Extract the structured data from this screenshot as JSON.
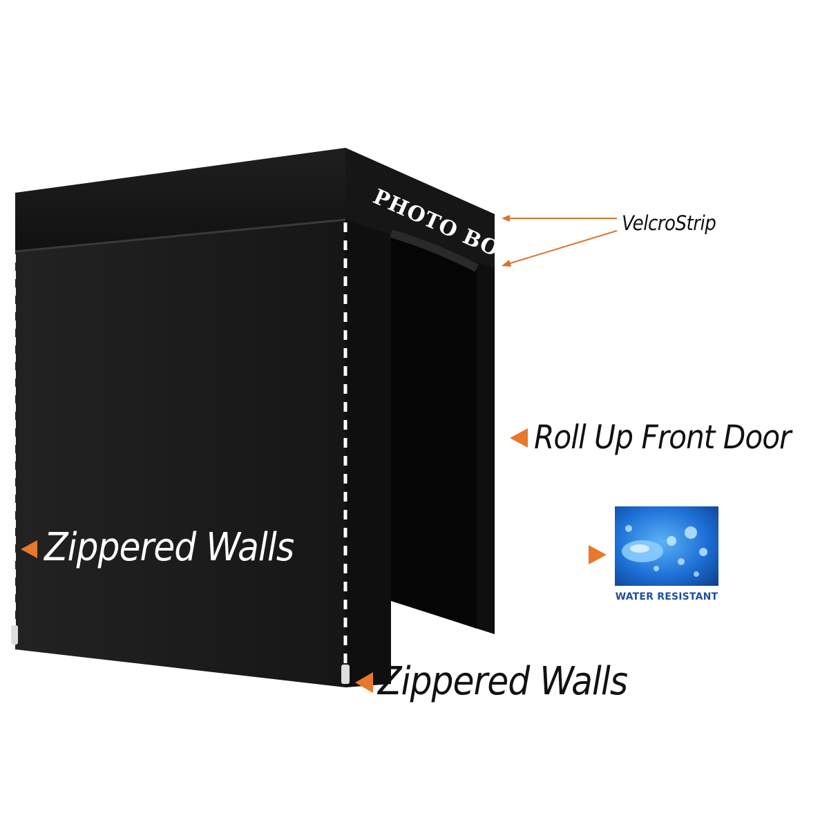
{
  "product": {
    "booth_sign": "PHOTO BOOTH",
    "colors": {
      "booth_body": "#1a1a1a",
      "booth_front_face": "#0d0d0d",
      "door_interior": "#050505",
      "zipper_dashes": "#ffffff",
      "arrow": "#e8782a",
      "water_badge_blue": "#1d6fd6",
      "water_label": "#1e4f9c"
    }
  },
  "callouts": {
    "velcro_strip": "VelcroStrip",
    "roll_up_door": "Roll Up Front Door",
    "zippered_walls_left": "Zippered Walls",
    "zippered_walls_bottom": "Zippered Walls"
  },
  "badge": {
    "label": "WATER RESISTANT",
    "icon": "water-droplets-icon"
  }
}
